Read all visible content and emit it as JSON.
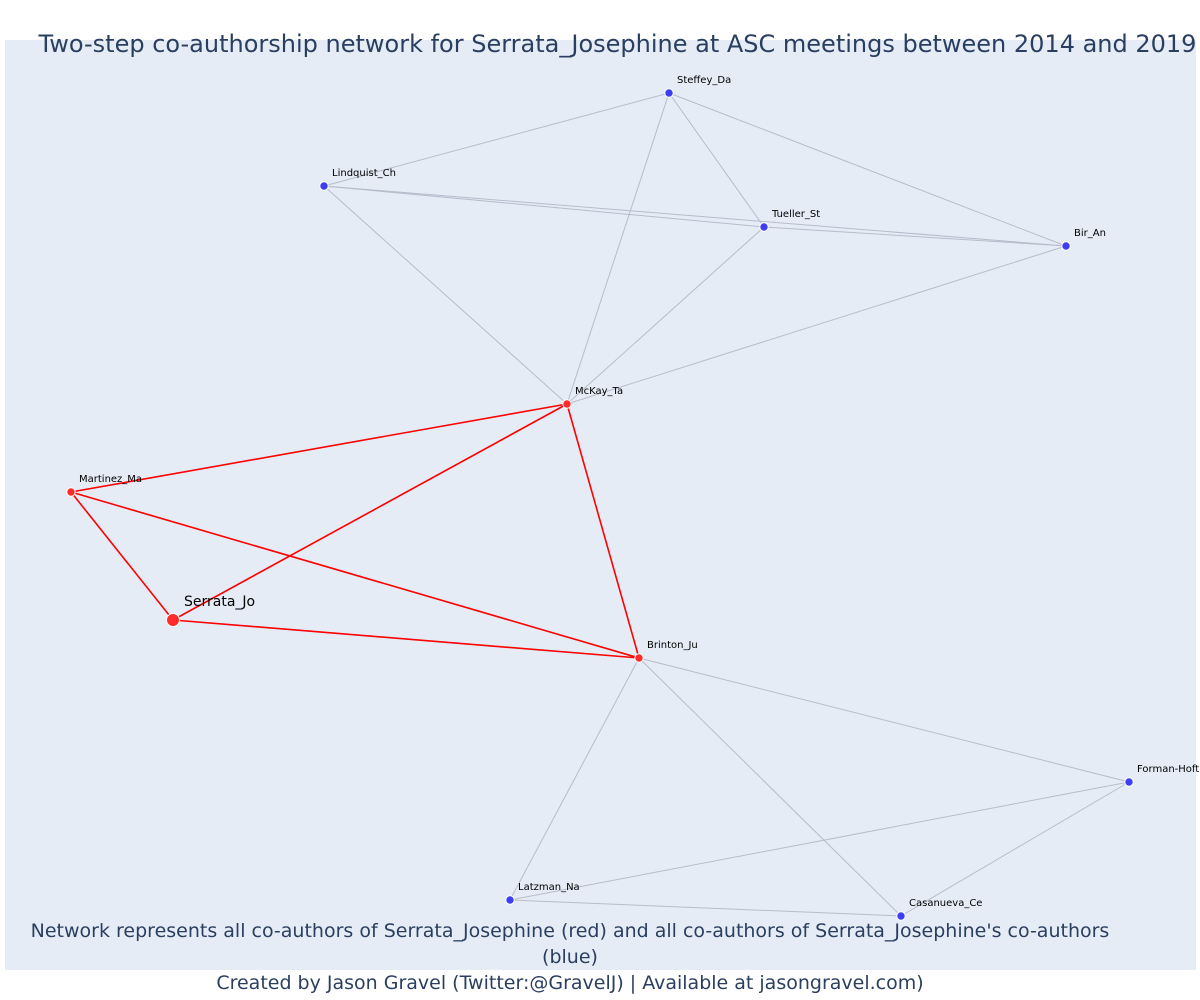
{
  "title": "Two-step co-authorship network for Serrata_Josephine at ASC meetings between 2014 and 2019",
  "footer": {
    "line1": "Network represents all co-authors of Serrata_Josephine (red) and all co-authors of Serrata_Josephine's co-authors (blue)",
    "line2": "Created by Jason Gravel (Twitter:@GravelJ) | Available at jasongravel.com)"
  },
  "colors": {
    "red": "#ff2a2a",
    "blue": "#3d3df2",
    "gray_edge": "#b7bccb",
    "red_edge": "#ff0000",
    "background": "#e5ecf6",
    "text": "#2a3f5f"
  },
  "chart_data": {
    "type": "network",
    "nodes": [
      {
        "id": "Serrata_Jo",
        "group": "ego"
      },
      {
        "id": "Martinez_Ma",
        "group": "red"
      },
      {
        "id": "McKay_Ta",
        "group": "red"
      },
      {
        "id": "Brinton_Ju",
        "group": "red"
      },
      {
        "id": "Steffey_Da",
        "group": "blue"
      },
      {
        "id": "Lindquist_Ch",
        "group": "blue"
      },
      {
        "id": "Tueller_St",
        "group": "blue"
      },
      {
        "id": "Bir_An",
        "group": "blue"
      },
      {
        "id": "Forman-Hoft",
        "group": "blue"
      },
      {
        "id": "Latzman_Na",
        "group": "blue"
      },
      {
        "id": "Casanueva_Ce",
        "group": "blue"
      }
    ],
    "edges": [
      [
        "Steffey_Da",
        "Lindquist_Ch",
        "gray"
      ],
      [
        "Steffey_Da",
        "Tueller_St",
        "gray"
      ],
      [
        "Steffey_Da",
        "Bir_An",
        "gray"
      ],
      [
        "Steffey_Da",
        "McKay_Ta",
        "gray"
      ],
      [
        "Lindquist_Ch",
        "Tueller_St",
        "gray"
      ],
      [
        "Lindquist_Ch",
        "Bir_An",
        "gray"
      ],
      [
        "Lindquist_Ch",
        "McKay_Ta",
        "gray"
      ],
      [
        "Tueller_St",
        "Bir_An",
        "gray"
      ],
      [
        "Tueller_St",
        "McKay_Ta",
        "gray"
      ],
      [
        "Bir_An",
        "McKay_Ta",
        "gray"
      ],
      [
        "Brinton_Ju",
        "Forman-Hoft",
        "gray"
      ],
      [
        "Brinton_Ju",
        "Latzman_Na",
        "gray"
      ],
      [
        "Brinton_Ju",
        "Casanueva_Ce",
        "gray"
      ],
      [
        "Latzman_Na",
        "Forman-Hoft",
        "gray"
      ],
      [
        "Latzman_Na",
        "Casanueva_Ce",
        "gray"
      ],
      [
        "Casanueva_Ce",
        "Forman-Hoft",
        "gray"
      ],
      [
        "McKay_Ta",
        "Martinez_Ma",
        "red"
      ],
      [
        "McKay_Ta",
        "Serrata_Jo",
        "red"
      ],
      [
        "McKay_Ta",
        "Brinton_Ju",
        "red"
      ],
      [
        "Martinez_Ma",
        "Serrata_Jo",
        "red"
      ],
      [
        "Martinez_Ma",
        "Brinton_Ju",
        "red"
      ],
      [
        "Serrata_Jo",
        "Brinton_Ju",
        "red"
      ]
    ]
  }
}
